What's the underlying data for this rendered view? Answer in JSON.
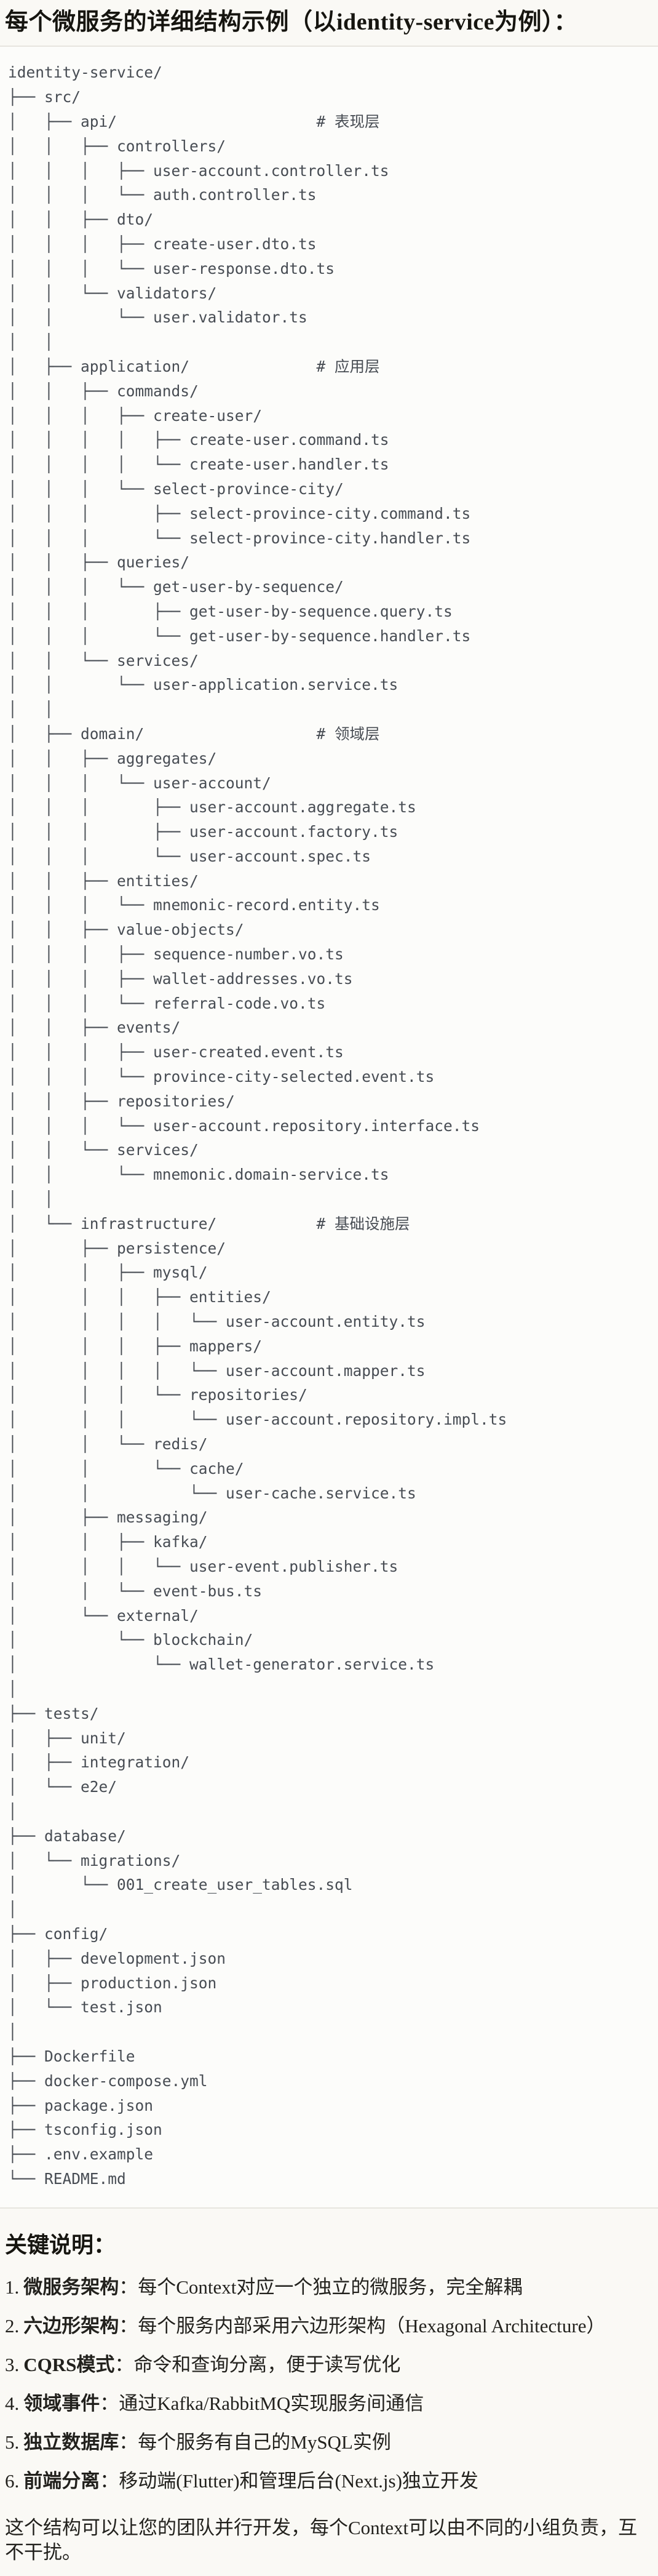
{
  "page": {
    "title": "每个微服务的详细结构示例（以identity-service为例）："
  },
  "colors": {
    "page_bg": "#faf9f5",
    "code_bg": "#fcfcfa",
    "code_border": "#e7e5df",
    "code_text": "#474c53",
    "body_text": "#22211d"
  },
  "code": {
    "tree_lines": [
      "identity-service/",
      "├── src/",
      "│   ├── api/                      # 表现层",
      "│   │   ├── controllers/",
      "│   │   │   ├── user-account.controller.ts",
      "│   │   │   └── auth.controller.ts",
      "│   │   ├── dto/",
      "│   │   │   ├── create-user.dto.ts",
      "│   │   │   └── user-response.dto.ts",
      "│   │   └── validators/",
      "│   │       └── user.validator.ts",
      "│   │",
      "│   ├── application/              # 应用层",
      "│   │   ├── commands/",
      "│   │   │   ├── create-user/",
      "│   │   │   │   ├── create-user.command.ts",
      "│   │   │   │   └── create-user.handler.ts",
      "│   │   │   └── select-province-city/",
      "│   │   │       ├── select-province-city.command.ts",
      "│   │   │       └── select-province-city.handler.ts",
      "│   │   ├── queries/",
      "│   │   │   └── get-user-by-sequence/",
      "│   │   │       ├── get-user-by-sequence.query.ts",
      "│   │   │       └── get-user-by-sequence.handler.ts",
      "│   │   └── services/",
      "│   │       └── user-application.service.ts",
      "│   │",
      "│   ├── domain/                   # 领域层",
      "│   │   ├── aggregates/",
      "│   │   │   └── user-account/",
      "│   │   │       ├── user-account.aggregate.ts",
      "│   │   │       ├── user-account.factory.ts",
      "│   │   │       └── user-account.spec.ts",
      "│   │   ├── entities/",
      "│   │   │   └── mnemonic-record.entity.ts",
      "│   │   ├── value-objects/",
      "│   │   │   ├── sequence-number.vo.ts",
      "│   │   │   ├── wallet-addresses.vo.ts",
      "│   │   │   └── referral-code.vo.ts",
      "│   │   ├── events/",
      "│   │   │   ├── user-created.event.ts",
      "│   │   │   └── province-city-selected.event.ts",
      "│   │   ├── repositories/",
      "│   │   │   └── user-account.repository.interface.ts",
      "│   │   └── services/",
      "│   │       └── mnemonic.domain-service.ts",
      "│   │",
      "│   └── infrastructure/           # 基础设施层",
      "│       ├── persistence/",
      "│       │   ├── mysql/",
      "│       │   │   ├── entities/",
      "│       │   │   │   └── user-account.entity.ts",
      "│       │   │   ├── mappers/",
      "│       │   │   │   └── user-account.mapper.ts",
      "│       │   │   └── repositories/",
      "│       │   │       └── user-account.repository.impl.ts",
      "│       │   └── redis/",
      "│       │       └── cache/",
      "│       │           └── user-cache.service.ts",
      "│       ├── messaging/",
      "│       │   ├── kafka/",
      "│       │   │   └── user-event.publisher.ts",
      "│       │   └── event-bus.ts",
      "│       └── external/",
      "│           └── blockchain/",
      "│               └── wallet-generator.service.ts",
      "│",
      "├── tests/",
      "│   ├── unit/",
      "│   ├── integration/",
      "│   └── e2e/",
      "│",
      "├── database/",
      "│   └── migrations/",
      "│       └── 001_create_user_tables.sql",
      "│",
      "├── config/",
      "│   ├── development.json",
      "│   ├── production.json",
      "│   └── test.json",
      "│",
      "├── Dockerfile",
      "├── docker-compose.yml",
      "├── package.json",
      "├── tsconfig.json",
      "├── .env.example",
      "└── README.md"
    ]
  },
  "notes": {
    "heading": "关键说明：",
    "items": [
      {
        "num": "1.",
        "term": "微服务架构",
        "sep": "：",
        "text": "每个Context对应一个独立的微服务，完全解耦"
      },
      {
        "num": "2.",
        "term": "六边形架构",
        "sep": "：",
        "text": "每个服务内部采用六边形架构（Hexagonal Architecture）"
      },
      {
        "num": "3.",
        "term": "CQRS模式",
        "sep": "：",
        "text": "命令和查询分离，便于读写优化"
      },
      {
        "num": "4.",
        "term": "领域事件",
        "sep": "：",
        "text": "通过Kafka/RabbitMQ实现服务间通信"
      },
      {
        "num": "5.",
        "term": "独立数据库",
        "sep": "：",
        "text": "每个服务有自己的MySQL实例"
      },
      {
        "num": "6.",
        "term": "前端分离",
        "sep": "：",
        "text": "移动端(Flutter)和管理后台(Next.js)独立开发"
      }
    ],
    "footer": "这个结构可以让您的团队并行开发，每个Context可以由不同的小组负责，互不干扰。"
  }
}
